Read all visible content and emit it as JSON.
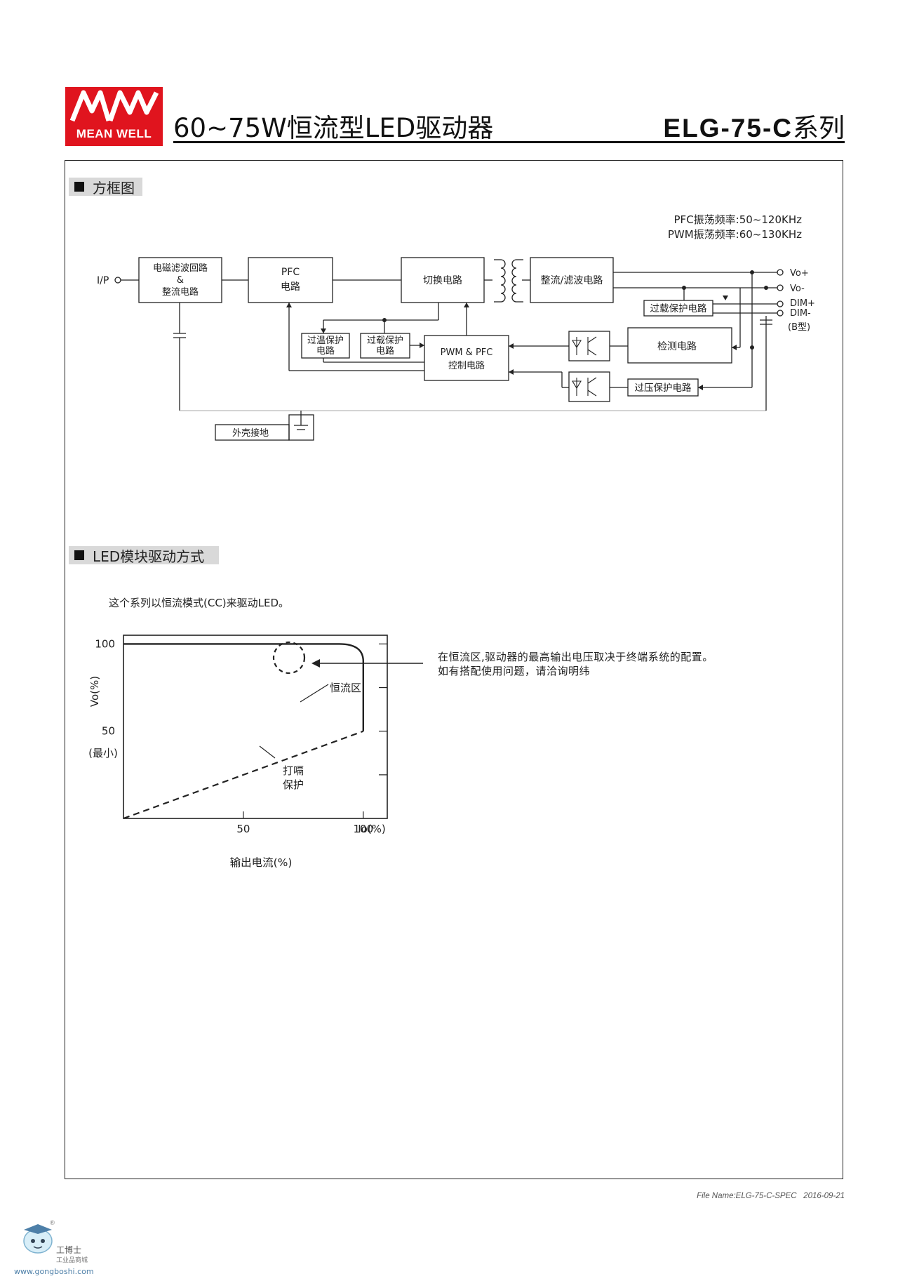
{
  "header": {
    "logo_text": "MEAN WELL",
    "title": "60~75W恒流型LED驱动器",
    "model": "ELG-75-C",
    "series": "系列",
    "brand_color": "#e0141e"
  },
  "sections": [
    {
      "label": "方框图",
      "icon": "black-square"
    },
    {
      "label": "LED模块驱动方式",
      "icon": "black-square"
    }
  ],
  "block_diagram": {
    "freq_pfc": "PFC振荡频率:50~120KHz",
    "freq_pwm": "PWM振荡频率:60~130KHz",
    "input": "I/P",
    "emi_line1": "电磁滤波回路",
    "emi_amp": "&",
    "emi_line2": "整流电路",
    "pfc_line1": "PFC",
    "pfc_line2": "电路",
    "switch": "切换电路",
    "rect": "整流/滤波电路",
    "outputs": [
      "Vo+",
      "Vo-",
      "DIM+",
      "DIM-",
      "(B型)"
    ],
    "ocp": "过载保护电路",
    "otp_line1": "过温保护",
    "otp_line2": "电路",
    "olp_line1": "过载保护",
    "olp_line2": "电路",
    "ctrl_line1": "PWM & PFC",
    "ctrl_line2": "控制电路",
    "detect": "检测电路",
    "ovp": "过压保护电路",
    "ground": "外壳接地"
  },
  "drive_mode": {
    "description": "这个系列以恒流模式(CC)来驱动LED。",
    "note_line1": "在恒流区,驱动器的最高输出电压取决于终端系统的配置。",
    "note_line2": "如有搭配使用问题，请洽询明纬"
  },
  "chart_data": {
    "type": "line",
    "ylabel": "Vo(%)",
    "xlabel": "输出电流(%)",
    "x_axis_end_label": "Io(%)",
    "x_ticks": [
      "50",
      "100"
    ],
    "y_ticks": [
      "100",
      "50"
    ],
    "y_tick_note": "(最小)",
    "annotations": [
      "恒流区",
      "打嗝",
      "保护"
    ],
    "series": [
      {
        "name": "",
        "style": "solid",
        "x": [
          0,
          90,
          100,
          100
        ],
        "y": [
          100,
          100,
          90,
          50
        ]
      },
      {
        "name": "",
        "style": "dashed",
        "x": [
          0,
          100
        ],
        "y": [
          0,
          50
        ]
      }
    ]
  },
  "footer": {
    "file_name": "File Name:ELG-75-C-SPEC",
    "date": "2016-09-21"
  },
  "watermark": {
    "line1": "工博士",
    "line2": "工业品商城",
    "url": "www.gongboshi.com",
    "reg": "®"
  }
}
